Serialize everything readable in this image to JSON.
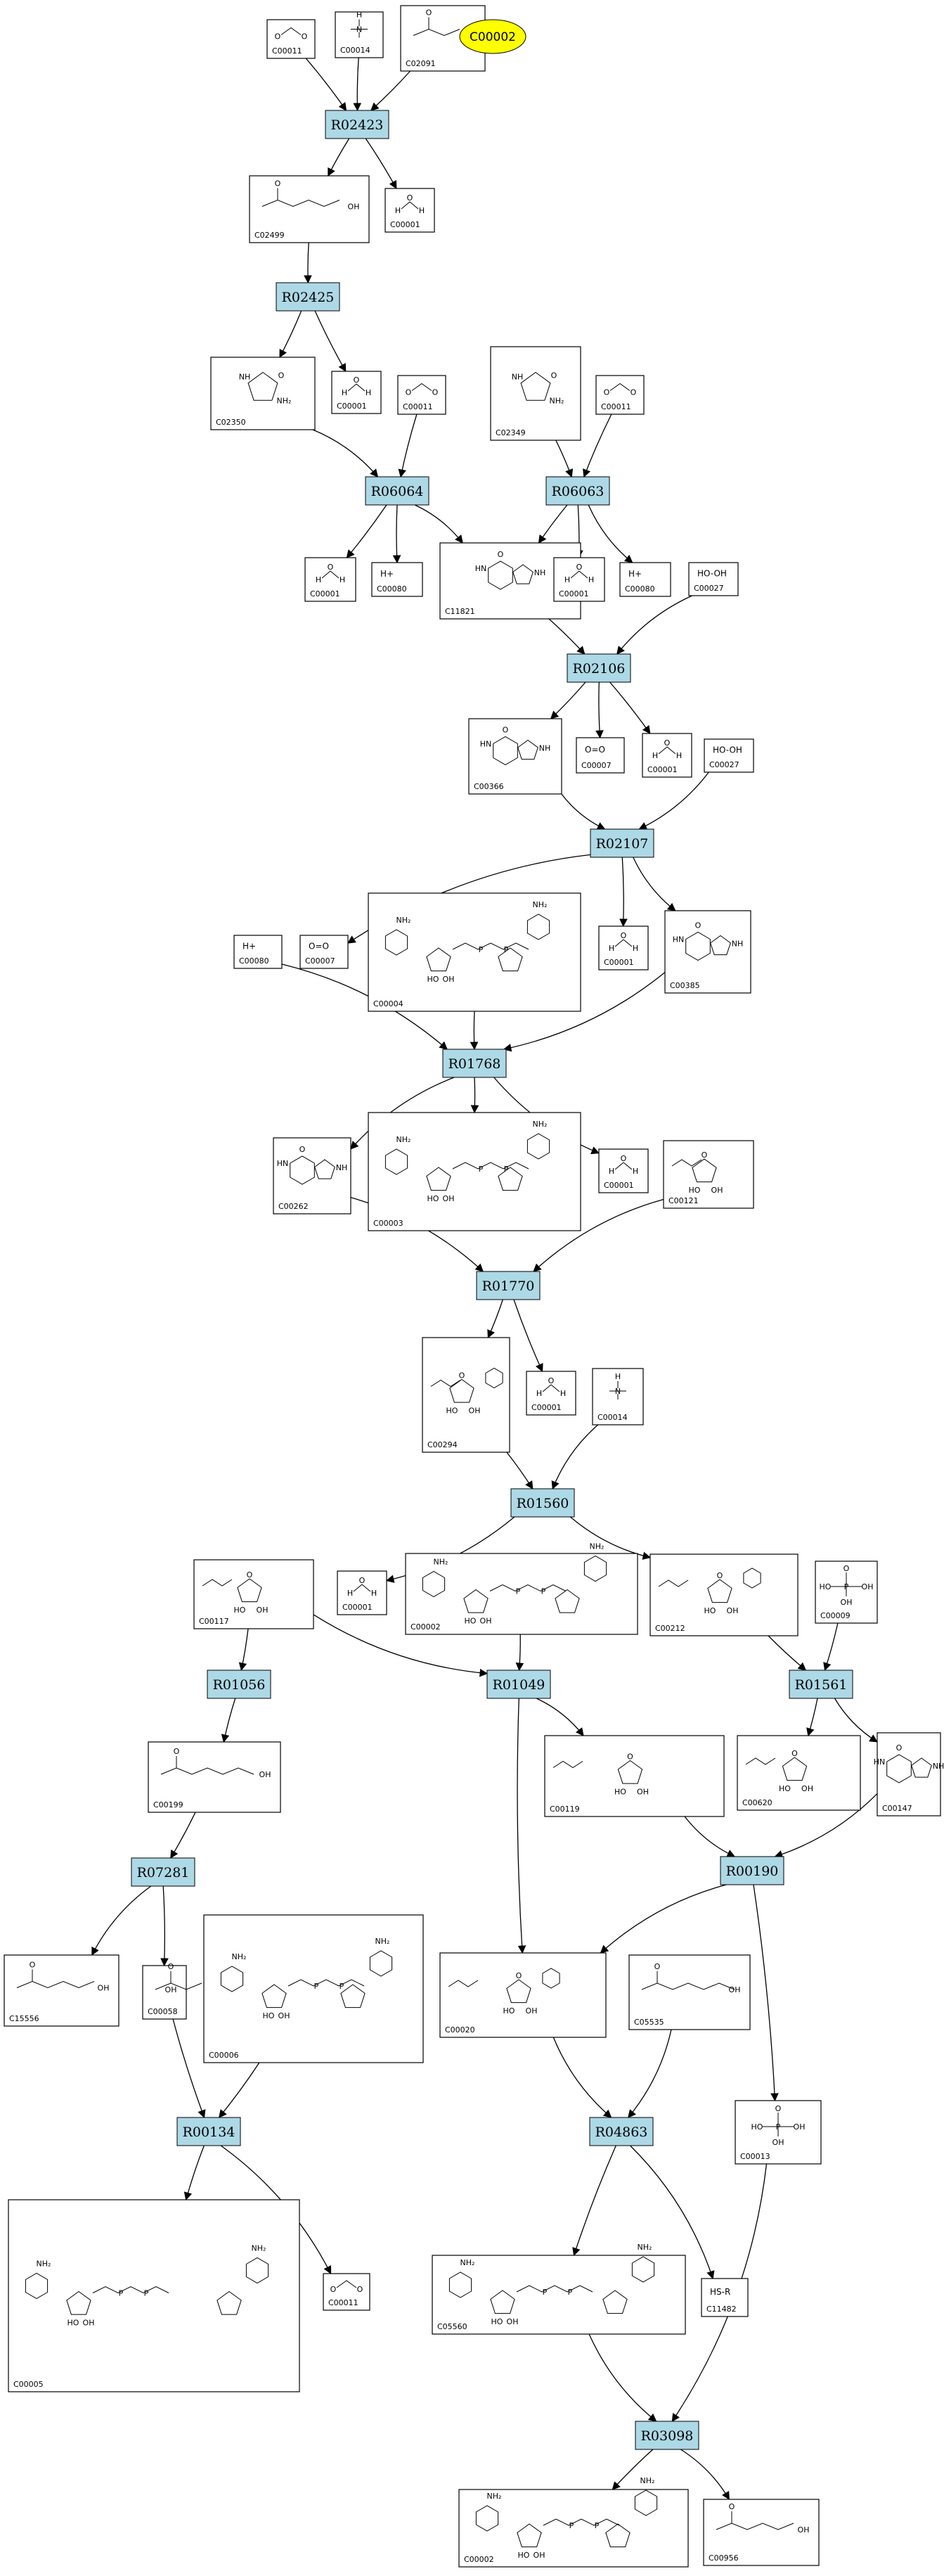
{
  "legend": {
    "label": "C00002",
    "color": "#ffff00"
  },
  "colors": {
    "reaction_fill": "#add8e6",
    "edge": "#000000"
  },
  "reactions": [
    {
      "id": "R02423",
      "label": "R02423"
    },
    {
      "id": "R02425",
      "label": "R02425"
    },
    {
      "id": "R06064",
      "label": "R06064"
    },
    {
      "id": "R06063",
      "label": "R06063"
    },
    {
      "id": "R02106",
      "label": "R02106"
    },
    {
      "id": "R02107",
      "label": "R02107"
    },
    {
      "id": "R01768",
      "label": "R01768"
    },
    {
      "id": "R01770",
      "label": "R01770"
    },
    {
      "id": "R01560",
      "label": "R01560"
    },
    {
      "id": "R01056",
      "label": "R01056"
    },
    {
      "id": "R01049",
      "label": "R01049"
    },
    {
      "id": "R01561",
      "label": "R01561"
    },
    {
      "id": "R07281",
      "label": "R07281"
    },
    {
      "id": "R00190",
      "label": "R00190"
    },
    {
      "id": "R00134",
      "label": "R00134"
    },
    {
      "id": "R04863",
      "label": "R04863"
    },
    {
      "id": "R03098",
      "label": "R03098"
    }
  ],
  "compounds": [
    {
      "key": "c00011_a",
      "label": "C00011",
      "formula": "O=C=O",
      "kind": "co2"
    },
    {
      "key": "c00014_a",
      "label": "C00014",
      "formula": "NH3",
      "kind": "nh3"
    },
    {
      "key": "c02091",
      "label": "C02091",
      "formula": "",
      "kind": "small"
    },
    {
      "key": "c02499",
      "label": "C02499",
      "formula": "",
      "kind": "chain"
    },
    {
      "key": "c00001_a",
      "label": "C00001",
      "formula": "H2O",
      "kind": "h2o"
    },
    {
      "key": "c02350",
      "label": "C02350",
      "formula": "",
      "kind": "ring"
    },
    {
      "key": "c00001_b",
      "label": "C00001",
      "formula": "H2O",
      "kind": "h2o"
    },
    {
      "key": "c00011_b",
      "label": "C00011",
      "formula": "O=C=O",
      "kind": "co2"
    },
    {
      "key": "c02349",
      "label": "C02349",
      "formula": "",
      "kind": "ring"
    },
    {
      "key": "c00011_c",
      "label": "C00011",
      "formula": "O=C=O",
      "kind": "co2"
    },
    {
      "key": "c00001_c",
      "label": "C00001",
      "formula": "H2O",
      "kind": "h2o"
    },
    {
      "key": "c00080_a",
      "label": "C00080",
      "formula": "H+",
      "kind": "h"
    },
    {
      "key": "c11821",
      "label": "C11821",
      "formula": "",
      "kind": "purine"
    },
    {
      "key": "c00001_d",
      "label": "C00001",
      "formula": "H2O",
      "kind": "h2o"
    },
    {
      "key": "c00080_b",
      "label": "C00080",
      "formula": "H+",
      "kind": "h"
    },
    {
      "key": "c00027_a",
      "label": "C00027",
      "formula": "HO-OH",
      "kind": "text"
    },
    {
      "key": "c00366",
      "label": "C00366",
      "formula": "",
      "kind": "purine"
    },
    {
      "key": "c00007_a",
      "label": "C00007",
      "formula": "O=O",
      "kind": "text"
    },
    {
      "key": "c00001_e",
      "label": "C00001",
      "formula": "H2O",
      "kind": "h2o"
    },
    {
      "key": "c00027_b",
      "label": "C00027",
      "formula": "HO-OH",
      "kind": "text"
    },
    {
      "key": "c00080_c",
      "label": "C00080",
      "formula": "H+",
      "kind": "h"
    },
    {
      "key": "c00007_b",
      "label": "C00007",
      "formula": "O=O",
      "kind": "text"
    },
    {
      "key": "c00004",
      "label": "C00004",
      "formula": "",
      "kind": "nad"
    },
    {
      "key": "c00001_f",
      "label": "C00001",
      "formula": "H2O",
      "kind": "h2o"
    },
    {
      "key": "c00385",
      "label": "C00385",
      "formula": "",
      "kind": "purine"
    },
    {
      "key": "c00262",
      "label": "C00262",
      "formula": "",
      "kind": "purine"
    },
    {
      "key": "c00003",
      "label": "C00003",
      "formula": "",
      "kind": "nad"
    },
    {
      "key": "c00001_g",
      "label": "C00001",
      "formula": "H2O",
      "kind": "h2o"
    },
    {
      "key": "c00121",
      "label": "C00121",
      "formula": "",
      "kind": "sugar"
    },
    {
      "key": "c00294",
      "label": "C00294",
      "formula": "",
      "kind": "nucleoside"
    },
    {
      "key": "c00001_h",
      "label": "C00001",
      "formula": "H2O",
      "kind": "h2o"
    },
    {
      "key": "c00014_b",
      "label": "C00014",
      "formula": "NH3",
      "kind": "nh3"
    },
    {
      "key": "c00117",
      "label": "C00117",
      "formula": "",
      "kind": "sugar"
    },
    {
      "key": "c00001_i",
      "label": "C00001",
      "formula": "H2O",
      "kind": "h2o"
    },
    {
      "key": "c00002_a",
      "label": "C00002",
      "formula": "",
      "kind": "atp"
    },
    {
      "key": "c00212",
      "label": "C00212",
      "formula": "",
      "kind": "nucleoside"
    },
    {
      "key": "c00009",
      "label": "C00009",
      "formula": "",
      "kind": "phosphate"
    },
    {
      "key": "c00199",
      "label": "C00199",
      "formula": "",
      "kind": "chain"
    },
    {
      "key": "c00119",
      "label": "C00119",
      "formula": "",
      "kind": "sugar"
    },
    {
      "key": "c00620",
      "label": "C00620",
      "formula": "",
      "kind": "sugar"
    },
    {
      "key": "c00147",
      "label": "C00147",
      "formula": "",
      "kind": "purine"
    },
    {
      "key": "c15556",
      "label": "C15556",
      "formula": "",
      "kind": "chain"
    },
    {
      "key": "c00058",
      "label": "C00058",
      "formula": "",
      "kind": "small"
    },
    {
      "key": "c00006",
      "label": "C00006",
      "formula": "",
      "kind": "nad"
    },
    {
      "key": "c00020",
      "label": "C00020",
      "formula": "",
      "kind": "nucleoside"
    },
    {
      "key": "c05535",
      "label": "C05535",
      "formula": "",
      "kind": "chain"
    },
    {
      "key": "c00013",
      "label": "C00013",
      "formula": "",
      "kind": "phosphate"
    },
    {
      "key": "c00005",
      "label": "C00005",
      "formula": "",
      "kind": "nad"
    },
    {
      "key": "c00011_d",
      "label": "C00011",
      "formula": "O=C=O",
      "kind": "co2"
    },
    {
      "key": "c05560",
      "label": "C05560",
      "formula": "",
      "kind": "atp"
    },
    {
      "key": "c11482",
      "label": "C11482",
      "formula": "HS-R",
      "kind": "text"
    },
    {
      "key": "c00002_b",
      "label": "C00002",
      "formula": "",
      "kind": "atp"
    },
    {
      "key": "c00956",
      "label": "C00956",
      "formula": "",
      "kind": "chain"
    }
  ],
  "edges": [
    [
      "c00011_a",
      "R02423"
    ],
    [
      "c00014_a",
      "R02423"
    ],
    [
      "c02091",
      "R02423"
    ],
    [
      "R02423",
      "c02499"
    ],
    [
      "R02423",
      "c00001_a"
    ],
    [
      "c02499",
      "R02425"
    ],
    [
      "R02425",
      "c02350"
    ],
    [
      "R02425",
      "c00001_b"
    ],
    [
      "c02350",
      "R06064"
    ],
    [
      "c00011_b",
      "R06064"
    ],
    [
      "c02349",
      "R06063"
    ],
    [
      "c00011_c",
      "R06063"
    ],
    [
      "R06064",
      "c00001_c"
    ],
    [
      "R06064",
      "c00080_a"
    ],
    [
      "R06064",
      "c11821"
    ],
    [
      "R06063",
      "c11821"
    ],
    [
      "R06063",
      "c00001_d"
    ],
    [
      "R06063",
      "c00080_b"
    ],
    [
      "c11821",
      "R02106"
    ],
    [
      "c00027_a",
      "R02106"
    ],
    [
      "R02106",
      "c00366"
    ],
    [
      "R02106",
      "c00007_a"
    ],
    [
      "R02106",
      "c00001_e"
    ],
    [
      "c00366",
      "R02107"
    ],
    [
      "c00027_b",
      "R02107"
    ],
    [
      "R02107",
      "c00007_b"
    ],
    [
      "R02107",
      "c00001_f"
    ],
    [
      "R02107",
      "c00385"
    ],
    [
      "c00080_c",
      "R01768"
    ],
    [
      "c00004",
      "R01768"
    ],
    [
      "c00385",
      "R01768"
    ],
    [
      "R01768",
      "c00262"
    ],
    [
      "R01768",
      "c00003"
    ],
    [
      "R01768",
      "c00001_g"
    ],
    [
      "c00262",
      "R01770"
    ],
    [
      "c00121",
      "R01770"
    ],
    [
      "R01770",
      "c00294"
    ],
    [
      "R01770",
      "c00001_h"
    ],
    [
      "c00294",
      "R01560"
    ],
    [
      "c00014_b",
      "R01560"
    ],
    [
      "R01560",
      "c00001_i"
    ],
    [
      "R01560",
      "c00212"
    ],
    [
      "c00117",
      "R01056"
    ],
    [
      "c00117",
      "R01049"
    ],
    [
      "c00002_a",
      "R01049"
    ],
    [
      "c00212",
      "R01561"
    ],
    [
      "c00009",
      "R01561"
    ],
    [
      "R01056",
      "c00199"
    ],
    [
      "R01049",
      "c00119"
    ],
    [
      "R01049",
      "c00020"
    ],
    [
      "R01561",
      "c00620"
    ],
    [
      "R01561",
      "c00147"
    ],
    [
      "c00199",
      "R07281"
    ],
    [
      "c00119",
      "R00190"
    ],
    [
      "c00147",
      "R00190"
    ],
    [
      "R07281",
      "c15556"
    ],
    [
      "R07281",
      "c00058"
    ],
    [
      "R00190",
      "c00020"
    ],
    [
      "R00190",
      "c00013"
    ],
    [
      "c00058",
      "R00134"
    ],
    [
      "c00006",
      "R00134"
    ],
    [
      "c00020",
      "R04863"
    ],
    [
      "c05535",
      "R04863"
    ],
    [
      "R00134",
      "c00005"
    ],
    [
      "R00134",
      "c00011_d"
    ],
    [
      "R04863",
      "c05560"
    ],
    [
      "R04863",
      "c11482"
    ],
    [
      "c05560",
      "R03098"
    ],
    [
      "c00013",
      "R03098"
    ],
    [
      "R03098",
      "c00002_b"
    ],
    [
      "R03098",
      "c00956"
    ]
  ]
}
